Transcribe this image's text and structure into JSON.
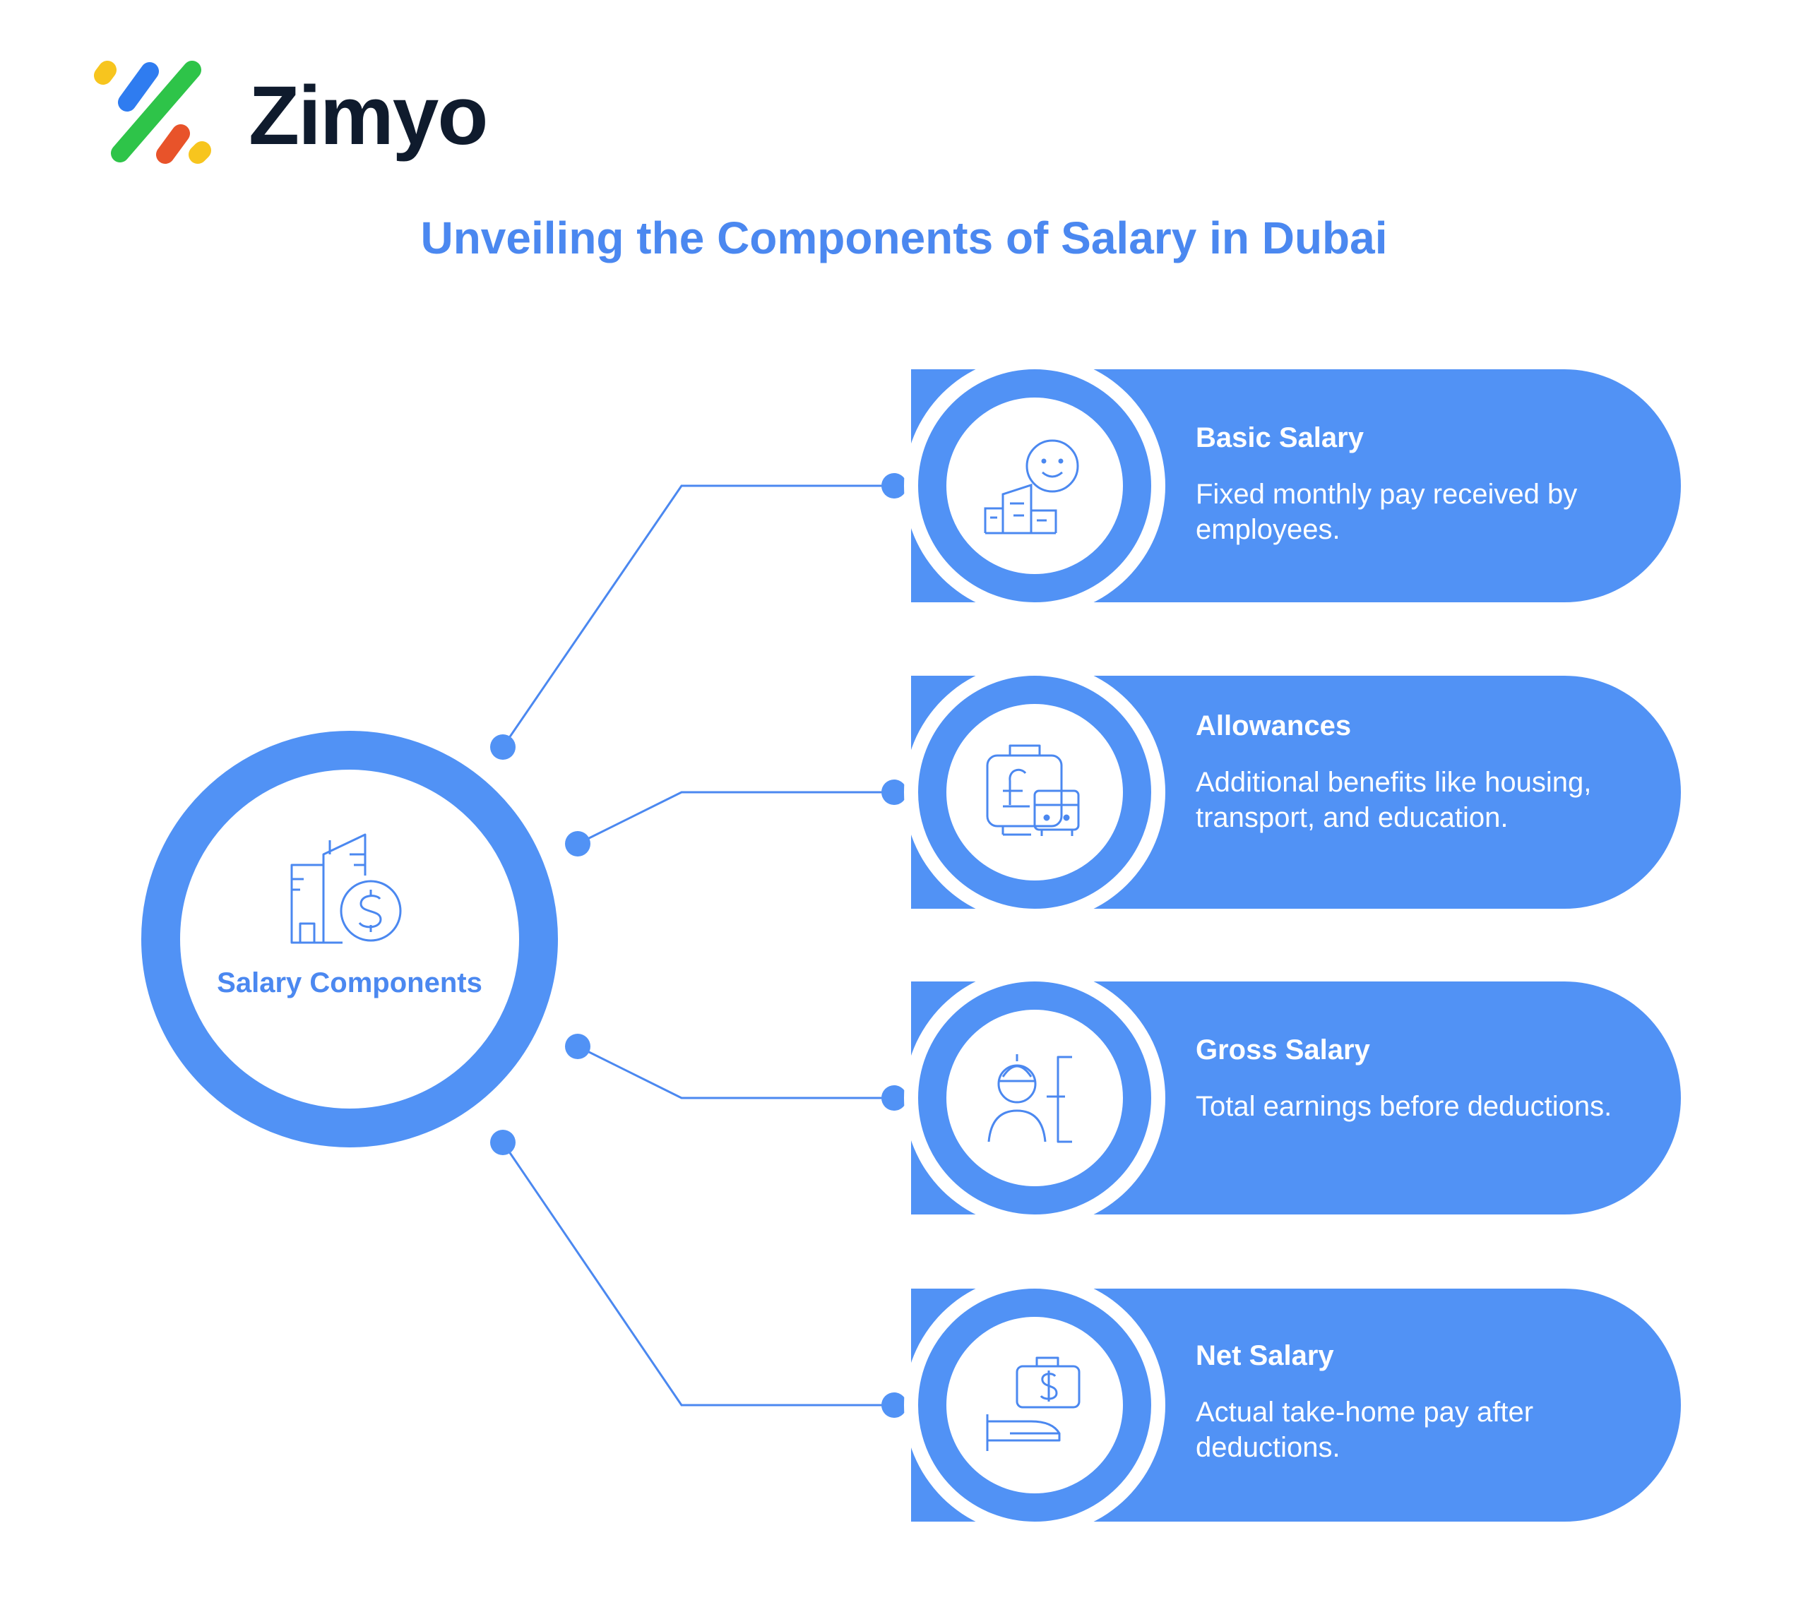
{
  "brand": {
    "name": "Zimyo",
    "logo_colors": [
      "#f7c51e",
      "#2f7cf0",
      "#2ec449",
      "#e8532a",
      "#f7c51e"
    ]
  },
  "title": "Unveiling the Components of Salary in Dubai",
  "hub": {
    "label": "Salary Components",
    "icon": "buildings-dollar-icon"
  },
  "colors": {
    "accent": "#5192f5",
    "title_blue": "#4b88f0",
    "line": "#4b88f0",
    "icon_stroke": "#4b88f0"
  },
  "components": [
    {
      "title": "Basic Salary",
      "description": "Fixed monthly pay received by employees.",
      "icon": "buildings-smile-icon"
    },
    {
      "title": "Allowances",
      "description": "Additional benefits like housing, transport, and education.",
      "icon": "pound-briefcase-bus-icon"
    },
    {
      "title": "Gross Salary",
      "description": "Total earnings before deductions.",
      "icon": "worker-bracket-icon"
    },
    {
      "title": "Net Salary",
      "description": "Actual take-home pay after deductions.",
      "icon": "hand-money-case-icon"
    }
  ]
}
